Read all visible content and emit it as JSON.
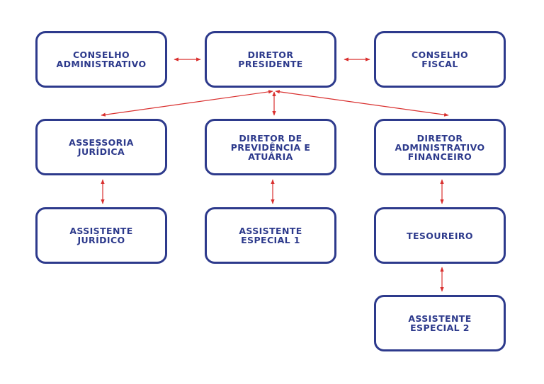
{
  "colors": {
    "box_border": "#2d3a8c",
    "box_text": "#2d3a8c",
    "connector": "#d9302f",
    "background": "#ffffff"
  },
  "boxes": {
    "conselho_administrativo": "CONSELHO\nADMINISTRATIVO",
    "diretor_presidente": "DIRETOR\nPRESIDENTE",
    "conselho_fiscal": "CONSELHO\nFISCAL",
    "assessoria_juridica": "ASSESSORIA\nJURÍDICA",
    "diretor_previdencia": "DIRETOR DE\nPREVIDÊNCIA E\nATUÁRIA",
    "diretor_administrativo": "DIRETOR\nADMINISTRATIVO\nFINANCEIRO",
    "assistente_juridico": "ASSISTENTE\nJURÍDICO",
    "assistente_especial_1": "ASSISTENTE\nESPECIAL 1",
    "tesoureiro": "TESOUREIRO",
    "assistente_especial_2": "ASSISTENTE\nESPECIAL 2"
  }
}
